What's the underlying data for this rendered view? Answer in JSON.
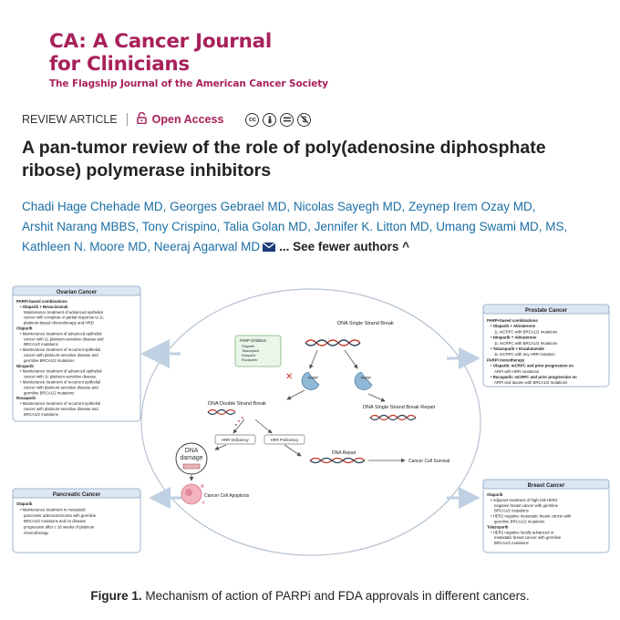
{
  "journal": {
    "title_line1": "CA: A Cancer Journal",
    "title_line2": "for Clinicians",
    "subtitle": "The Flagship Journal of the American Cancer Society"
  },
  "meta": {
    "article_type": "REVIEW ARTICLE",
    "access": "Open Access",
    "license_icons": [
      "cc-icon",
      "by-icon",
      "nd-icon",
      "nc-icon"
    ]
  },
  "article_title": "A pan-tumor review of the role of poly(adenosine diphosphate ribose) polymerase inhibitors",
  "authors": {
    "line1": "Chadi Hage Chehade MD, Georges Gebrael MD, Nicolas Sayegh MD, Zeynep Irem Ozay MD,",
    "line2": "Arshit Narang MBBS, Tony Crispino, Talia Golan MD, Jennifer K. Litton MD, Umang Swami MD, MS,",
    "line3": "Kathleen N. Moore MD, Neeraj Agarwal MD",
    "toggle": "... See fewer authors ^"
  },
  "figure": {
    "ovarian": {
      "title": "Ovarian Cancer",
      "lines": [
        "PARPi-based combinations",
        "• Olaparib + Bevacizumab",
        "Maintenance treatment of advanced epithelial",
        "cancer with complete or partial response to 1L",
        "platinum-based chemotherapy and HRD",
        "Olaparib",
        "• Maintenance treatment of advanced epithelial",
        "cancer with 1L platinum-sensitive disease and",
        "BRCA1/2 mutations",
        "• Maintenance treatment of recurrent epithelial",
        "cancer with platinum-sensitive disease and",
        "germline BRCA1/2 mutations",
        "Niraparib",
        "• Maintenance treatment of advanced epithelial",
        "cancer with 1L platinum-sensitive disease",
        "• Maintenance treatment of recurrent epithelial",
        "cancer with platinum-sensitive disease and",
        "germline BRCA1/2 mutations",
        "Rucaparib",
        "• Maintenance treatment of recurrent epithelial",
        "cancer with platinum-sensitive disease and",
        "BRCA1/2 mutations"
      ]
    },
    "prostate": {
      "title": "Prostate Cancer",
      "lines": [
        "PARPi-based combinations",
        "• Olaparib + Abiraterone",
        "1L mCRPC with BRCA1/2 mutations",
        "• Niraparib + Abiraterone",
        "1L mCRPC with BRCA1/2 mutations",
        "• Talazoparib + Enzalutamide",
        "1L mCRPC with any HRR mutation",
        "PARPi monotherapy",
        "• Olaparib: mCRPC and prior progression on",
        "ARPI with HRR mutations",
        "• Rucaparib: mCRPC and prior progression on",
        "ARPI and taxane with BRCA1/2 mutations"
      ]
    },
    "pancreatic": {
      "title": "Pancreatic Cancer",
      "lines": [
        "Olaparib",
        "• Maintenance treatment in metastatic",
        "pancreatic adenocarcinoma with germline",
        "BRCA1/2 mutations and no disease",
        "progression after ≥ 16 weeks of platinum",
        "chemotherapy"
      ]
    },
    "breast": {
      "title": "Breast Cancer",
      "lines": [
        "Olaparib",
        "• Adjuvant treatment of high-risk HER2",
        "negative breast cancer with germline",
        "BRCA1/2 mutations",
        "• HER2 negative metastatic breast cancer with",
        "germline BRCA1/2 mutations",
        "Talazoparib",
        "• HER2 negative locally advanced or",
        "metastatic breast cancer with germline",
        "BRCA1/2 mutations"
      ]
    },
    "center": {
      "ssb": "DNA Single Strand Break",
      "inhibitors_title": "PARP inhibitors",
      "inhibitors": [
        "Olaparib",
        "Talazoparib",
        "Niraparib",
        "Rucaparib"
      ],
      "parp1": "PARP",
      "parp2": "PARP",
      "dsb": "DNA Double Strand Break",
      "ssb_repair": "DNA Single Strand Break Repair",
      "hrr_def": "HRR Deficiency",
      "hrr_prof": "HRR Proficiency",
      "dna_damage_1": "DNA",
      "dna_damage_2": "damage",
      "dna_repair": "DNA Repair",
      "survival": "Cancer Cell Survival",
      "apoptosis": "Cancer Cell Apoptosis"
    }
  },
  "caption": {
    "label": "Figure 1.",
    "text": " Mechanism of action of PARPi and FDA approvals in different cancers."
  },
  "colors": {
    "brand": "#a8215a",
    "author_link": "#1c6ea4",
    "box_header": "#dce7f3",
    "box_border": "#9fb4cc"
  }
}
